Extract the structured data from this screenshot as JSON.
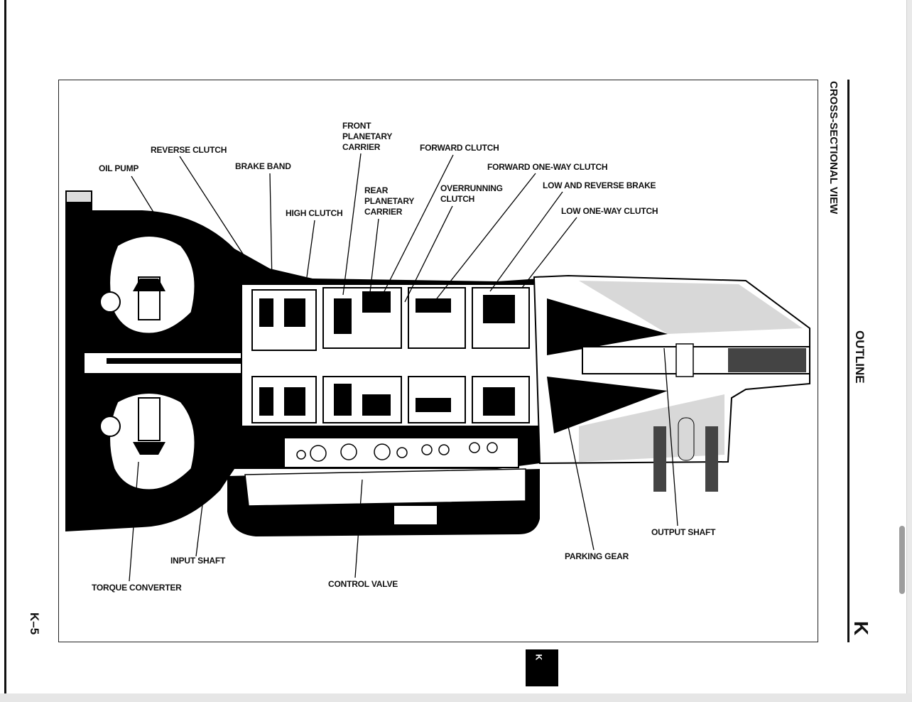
{
  "page": {
    "page_number": "K–5",
    "section_letter": "K",
    "section_title": "OUTLINE",
    "figure_title": "CROSS-SECTIONAL VIEW",
    "thumb_tab_letter": "K"
  },
  "diagram": {
    "subject": "Automatic transmission cross-section",
    "labels": {
      "oil_pump": "OIL PUMP",
      "reverse_clutch": "REVERSE CLUTCH",
      "brake_band": "BRAKE BAND",
      "high_clutch": "HIGH CLUTCH",
      "front_planetary_carrier": "FRONT\nPLANETARY\nCARRIER",
      "rear_planetary_carrier": "REAR\nPLANETARY\nCARRIER",
      "forward_clutch": "FORWARD CLUTCH",
      "overrunning_clutch": "OVERRUNNING\nCLUTCH",
      "forward_one_way_clutch": "FORWARD ONE-WAY CLUTCH",
      "low_and_reverse_brake": "LOW AND REVERSE BRAKE",
      "low_one_way_clutch": "LOW ONE-WAY CLUTCH",
      "torque_converter": "TORQUE CONVERTER",
      "input_shaft": "INPUT SHAFT",
      "control_valve": "CONTROL VALVE",
      "parking_gear": "PARKING GEAR",
      "output_shaft": "OUTPUT SHAFT"
    }
  },
  "viewer": {
    "scrollbar": "vertical-scrollbar"
  }
}
